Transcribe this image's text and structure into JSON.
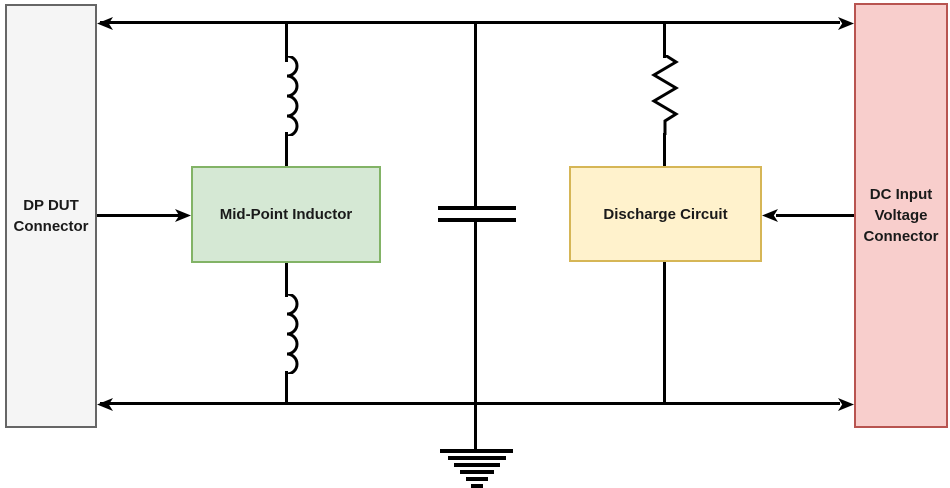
{
  "diagram": {
    "type": "circuit-schematic",
    "background": "#ffffff",
    "wire_color": "#000000",
    "nodes": {
      "dp_dut": {
        "label": "DP DUT Connector",
        "fill": "#f5f5f5",
        "border": "#666666"
      },
      "mid_point_inductor": {
        "label": "Mid-Point Inductor",
        "fill": "#d5e8d4",
        "border": "#82b366"
      },
      "discharge_circuit": {
        "label": "Discharge Circuit",
        "fill": "#fff2cc",
        "border": "#d6b656"
      },
      "dc_input": {
        "label": "DC Input Voltage Connector",
        "fill": "#f8cecc",
        "border": "#b85450"
      }
    },
    "symbols": {
      "inductor_top": "inductor-coil",
      "inductor_bottom": "inductor-coil",
      "resistor": "resistor-zigzag",
      "capacitor": "capacitor-plates",
      "ground": "earth-ground"
    },
    "connections": [
      "top bus: DC Input Voltage Connector <-> DP DUT Connector (double arrow)",
      "bottom bus: DC Input Voltage Connector <-> DP DUT Connector (double arrow)",
      "DP DUT Connector -> Mid-Point Inductor",
      "DC Input Voltage Connector -> Discharge Circuit",
      "top bus - inductor - Mid-Point Inductor - inductor - bottom bus",
      "top bus - resistor - Discharge Circuit - bottom bus",
      "top bus - capacitor - bottom bus - ground"
    ]
  }
}
